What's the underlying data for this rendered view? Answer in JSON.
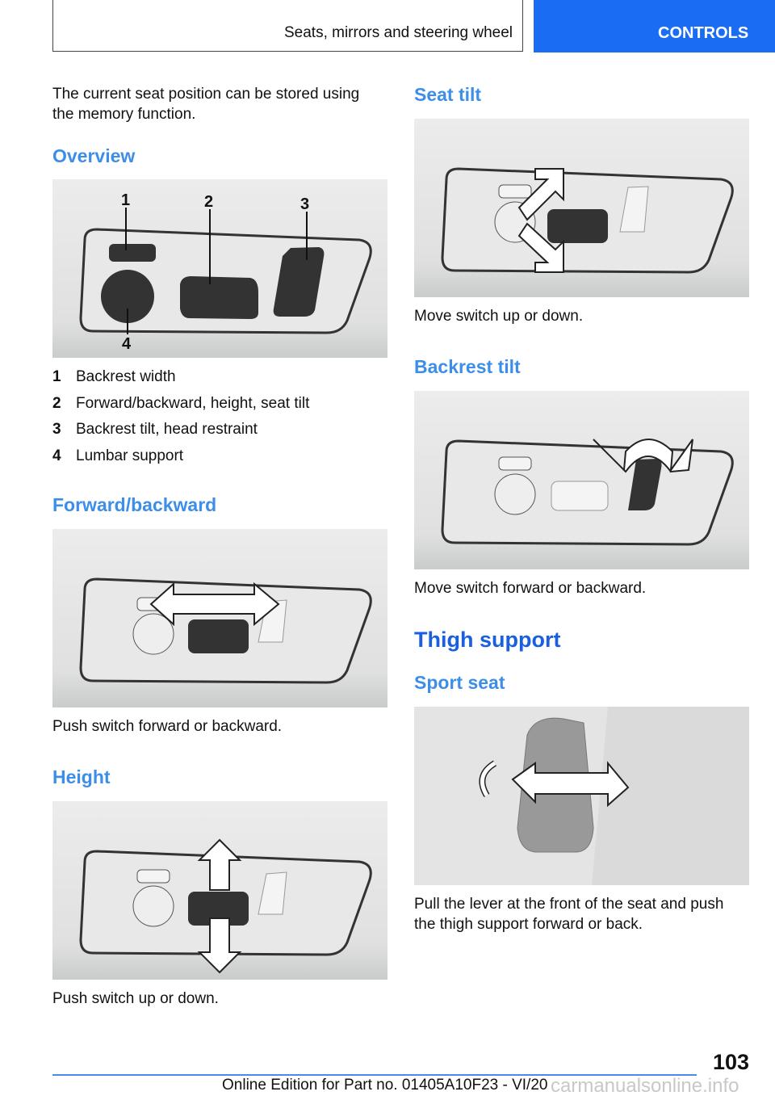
{
  "header": {
    "section_title": "Seats, mirrors and steering wheel",
    "chapter_tab": "CONTROLS"
  },
  "left": {
    "intro": "The current seat position can be stored using the memory function.",
    "overview_heading": "Overview",
    "overview_callouts": [
      "1",
      "2",
      "3",
      "4"
    ],
    "legend": [
      {
        "num": "1",
        "text": "Backrest width"
      },
      {
        "num": "2",
        "text": "Forward/backward, height, seat tilt"
      },
      {
        "num": "3",
        "text": "Backrest tilt, head restraint"
      },
      {
        "num": "4",
        "text": "Lumbar support"
      }
    ],
    "forward_heading": "Forward/backward",
    "forward_caption": "Push switch forward or backward.",
    "height_heading": "Height",
    "height_caption": "Push switch up or down."
  },
  "right": {
    "seat_tilt_heading": "Seat tilt",
    "seat_tilt_caption": "Move switch up or down.",
    "backrest_tilt_heading": "Backrest tilt",
    "backrest_tilt_caption": "Move switch forward or backward.",
    "thigh_heading": "Thigh support",
    "sport_heading": "Sport seat",
    "sport_caption": "Pull the lever at the front of the seat and push the thigh support forward or back."
  },
  "footer": {
    "page_number": "103",
    "edition": "Online Edition for Part no. 01405A10F23 - VI/20",
    "watermark": "carmanualsonline.info"
  }
}
